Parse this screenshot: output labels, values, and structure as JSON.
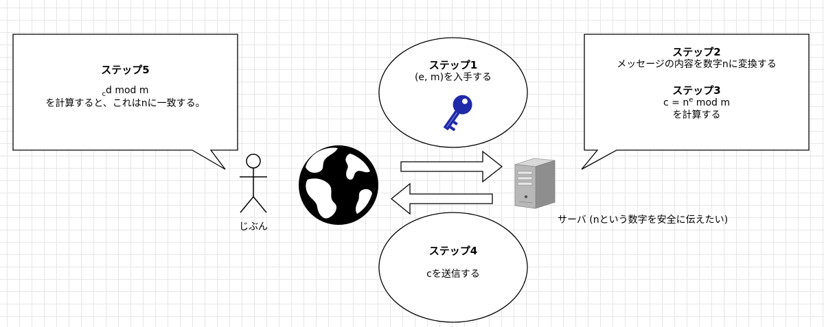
{
  "step1": {
    "title": "ステップ1",
    "line1": "(e, m)を入手する"
  },
  "step2": {
    "title": "ステップ2",
    "line1": "メッセージの内容を数字nに変換する"
  },
  "step3": {
    "title": "ステップ3",
    "formula_pre": "c = n",
    "formula_sup": "e",
    "formula_post": " mod m",
    "line2": "を計算する"
  },
  "step4": {
    "title": "ステップ4",
    "line1": "cを送信する"
  },
  "step5": {
    "title": "ステップ5",
    "formula_sub": "c",
    "formula_post": "d mod m",
    "line2": "を計算すると、これはnに一致する。"
  },
  "person_label": "じぶん",
  "server_label": "サーバ (nという数字を安全に伝えたい)",
  "icons": [
    "person-icon",
    "globe-icon",
    "key-icon",
    "server-icon"
  ],
  "colors": {
    "key": "#1f2aa8",
    "stroke": "#000000"
  }
}
